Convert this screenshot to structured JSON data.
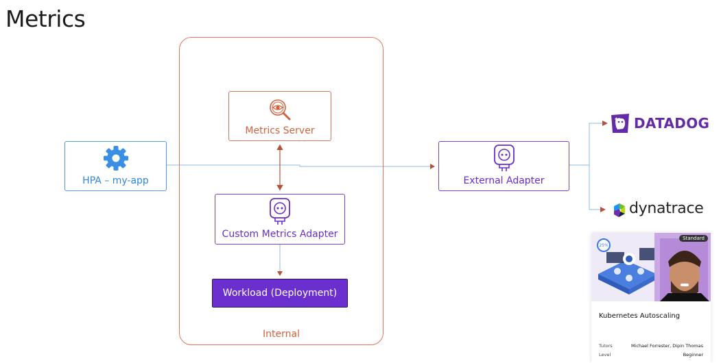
{
  "title": "Metrics",
  "internal": {
    "label": "Internal"
  },
  "nodes": {
    "hpa": "HPA – my-app",
    "metrics_server": "Metrics Server",
    "custom_metrics_adapter": "Custom Metrics Adapter",
    "workload": "Workload (Deployment)",
    "external_adapter": "External Adapter"
  },
  "providers": {
    "datadog": "DATADOG",
    "dynatrace": "dynatrace"
  },
  "course_card": {
    "badge": "Standard",
    "progress": "25%",
    "title": "Kubernetes Autoscaling",
    "tutors_label": "Tutors",
    "tutors_value": "Michael Forrester, Dipin Thomas",
    "level_label": "Level",
    "level_value": "Beginner"
  },
  "colors": {
    "hpa_blue": "#4a9ee8",
    "internal_orange": "#e0775a",
    "adapter_purple": "#7b3fd6",
    "workload_fill": "#6b2fcf",
    "arrow_brown": "#b5533a",
    "connector_blue": "#8fb8de"
  },
  "icons": {
    "hpa": "gear-icon",
    "metrics_server": "magnifier-eye-icon",
    "adapter": "plug-adapter-icon",
    "datadog": "datadog-dog-logo",
    "dynatrace": "dynatrace-logo"
  }
}
